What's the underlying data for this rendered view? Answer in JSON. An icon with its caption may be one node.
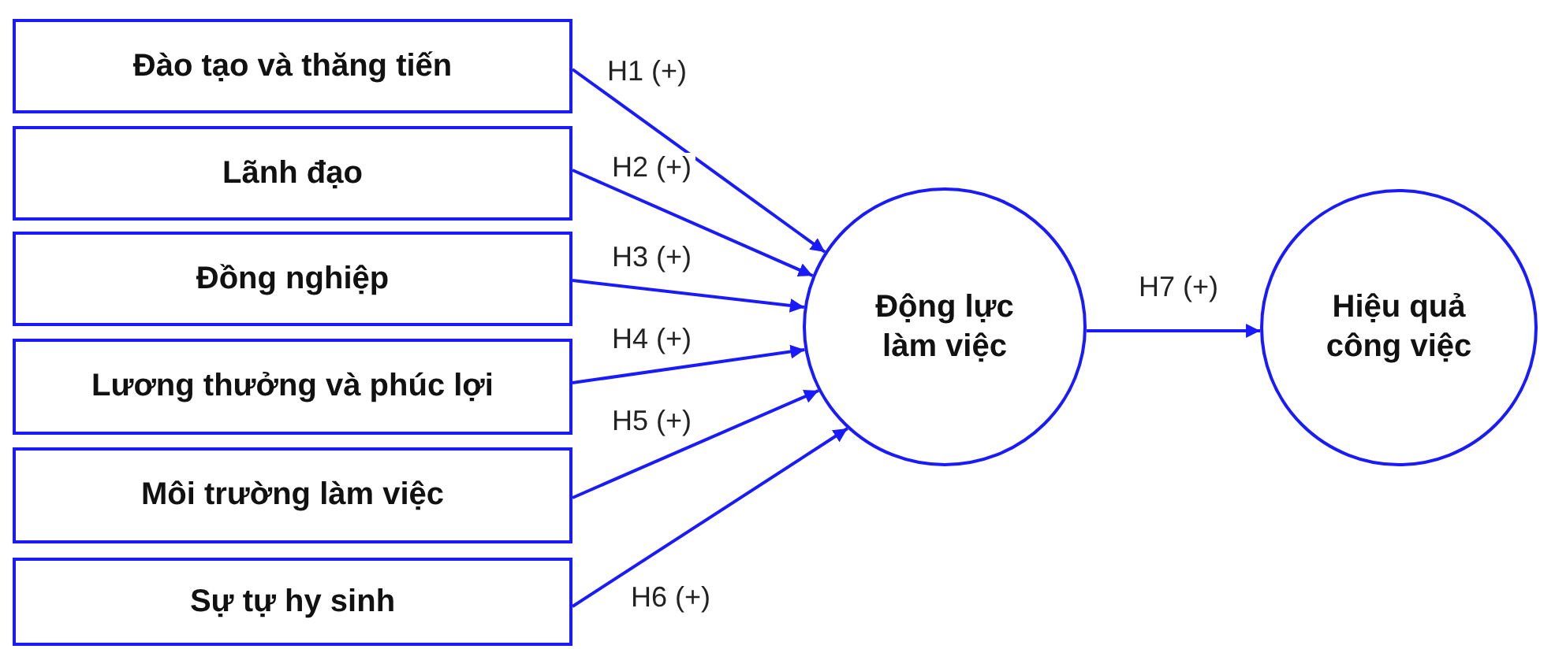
{
  "diagram": {
    "nodes": [
      {
        "text": [
          "Đào tạo và thăng tiến"
        ]
      },
      {
        "text": [
          "Lãnh đạo"
        ]
      },
      {
        "text": [
          "Đồng nghiệp"
        ]
      },
      {
        "text": [
          "Lương thưởng và phúc lợi"
        ]
      },
      {
        "text": [
          "Môi trường làm việc"
        ]
      },
      {
        "text": [
          "Sự tự hy sinh"
        ]
      },
      {
        "text": [
          "Động lực làm việc"
        ]
      },
      {
        "text": [
          "Hiệu quả công việc"
        ]
      }
    ],
    "edges": [
      {
        "from": 0,
        "to": 6,
        "arrow": "to",
        "label": "H1 (+)"
      },
      {
        "from": 1,
        "to": 6,
        "arrow": "to",
        "label": "H2 (+)"
      },
      {
        "from": 2,
        "to": 6,
        "arrow": "to",
        "label": "H3 (+)"
      },
      {
        "from": 3,
        "to": 6,
        "arrow": "to",
        "label": "H4 (+)"
      },
      {
        "from": 4,
        "to": 6,
        "arrow": "to",
        "label": "H5 (+)"
      },
      {
        "from": 5,
        "to": 6,
        "arrow": "to",
        "label": "H6 (+)"
      },
      {
        "from": 6,
        "to": 7,
        "arrow": "to",
        "label": "H7 (+)"
      }
    ]
  }
}
